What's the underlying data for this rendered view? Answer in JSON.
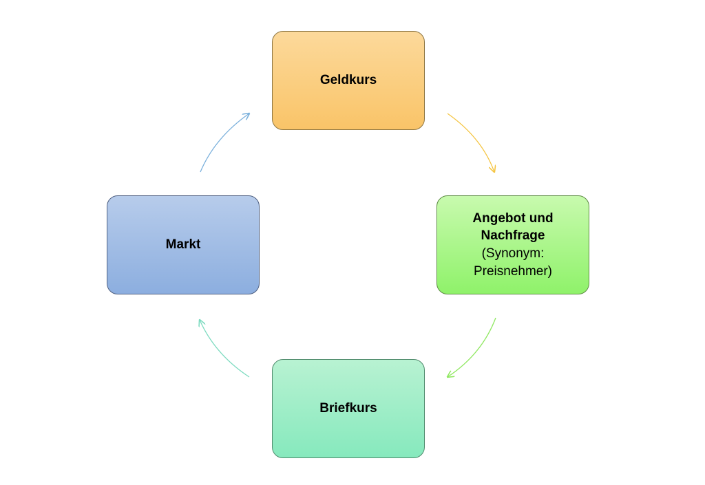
{
  "diagram": {
    "nodes": {
      "top": {
        "title": "Geldkurs",
        "color": "#f9c468"
      },
      "right": {
        "title_line1": "Angebot und",
        "title_line2": "Nachfrage",
        "note_line1": "(Synonym:",
        "note_line2": "Preisnehmer)",
        "color": "#8ff26a"
      },
      "bottom": {
        "title": "Briefkurs",
        "color": "#86e9bd"
      },
      "left": {
        "title": "Markt",
        "color": "#8caedf"
      }
    },
    "arrows": {
      "top_to_right_color": "#f5c542",
      "right_to_bottom_color": "#8fe860",
      "bottom_to_left_color": "#7ddbc0",
      "left_to_top_color": "#7ab0dc"
    }
  }
}
